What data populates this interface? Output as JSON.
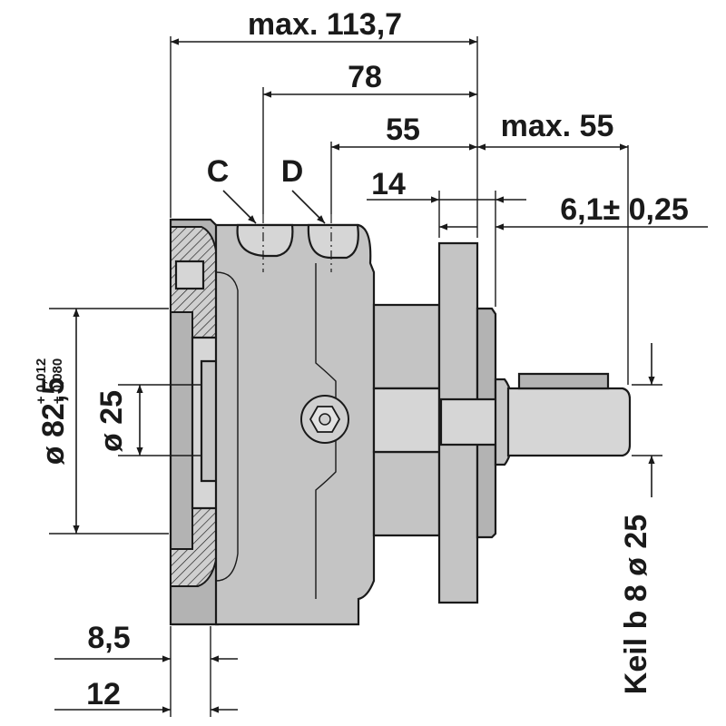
{
  "drawing": {
    "dimensions": {
      "overall_length": "max. 113,7",
      "port_distance": "78",
      "port_d_distance": "55",
      "shaft_length": "max. 55",
      "flange_thickness": "14",
      "shaft_offset": "6,1± 0,25",
      "pilot_diameter": "ø 82,5",
      "pilot_tol_upper": "+ 0,012",
      "pilot_tol_lower": "+ 0,080",
      "bore_diameter": "ø 25",
      "shoulder_depth_1": "8,5",
      "shoulder_depth_2": "12",
      "shaft_spec": "Keil b 8 ø 25"
    },
    "ports": {
      "port_c": "C",
      "port_d": "D"
    }
  }
}
